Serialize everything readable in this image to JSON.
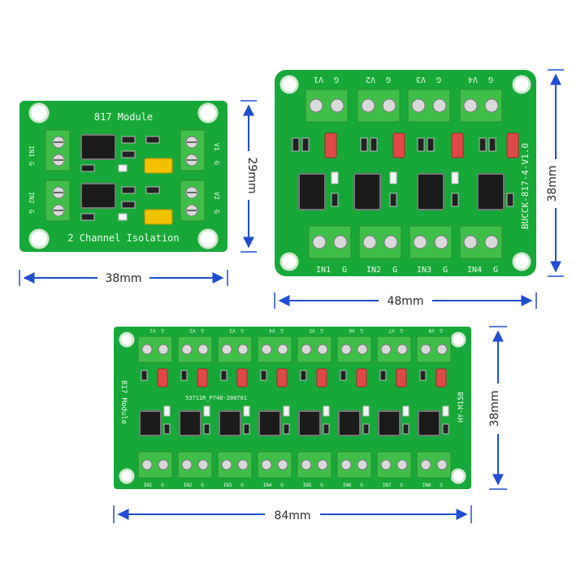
{
  "board_small": {
    "top_label": "817 Module",
    "bottom_label": "2 Channel Isolation",
    "pins_left": [
      "IN1",
      "G",
      "IN2",
      "G"
    ],
    "pins_right": [
      "V1",
      "G",
      "V2",
      "G"
    ],
    "width_label": "38mm",
    "height_label": "29mm"
  },
  "board_medium": {
    "top_pins": [
      "G",
      "V1",
      "G",
      "V2",
      "G",
      "V3",
      "G",
      "V4"
    ],
    "bottom_pins": [
      "IN1",
      "G",
      "IN2",
      "G",
      "IN3",
      "G",
      "IN4",
      "G"
    ],
    "side_label": "BUCCK-817-4-V1.0",
    "width_label": "48mm",
    "height_label": "38mm"
  },
  "board_large": {
    "top_pins": [
      "G",
      "V1",
      "G",
      "V2",
      "G",
      "V3",
      "G",
      "V4",
      "G",
      "V5",
      "G",
      "V6",
      "G",
      "V7",
      "G",
      "V8"
    ],
    "bottom_pins": [
      "IN1",
      "G",
      "IN2",
      "G",
      "IN3",
      "G",
      "IN4",
      "G",
      "IN5",
      "G",
      "IN6",
      "G",
      "IN7",
      "G",
      "IN8",
      "G"
    ],
    "left_label": "817 Module",
    "center_label": "53711R_P748-200701",
    "right_label": "HY-M158",
    "width_label": "84mm",
    "height_label": "38mm"
  },
  "colors": {
    "pcb": "#17a83a",
    "pcb_dark": "#0f8a2c",
    "terminal": "#3fbf4a",
    "dimension": "#1f4fd1",
    "jumper_yellow": "#f2c200",
    "jumper_red": "#e04848"
  }
}
